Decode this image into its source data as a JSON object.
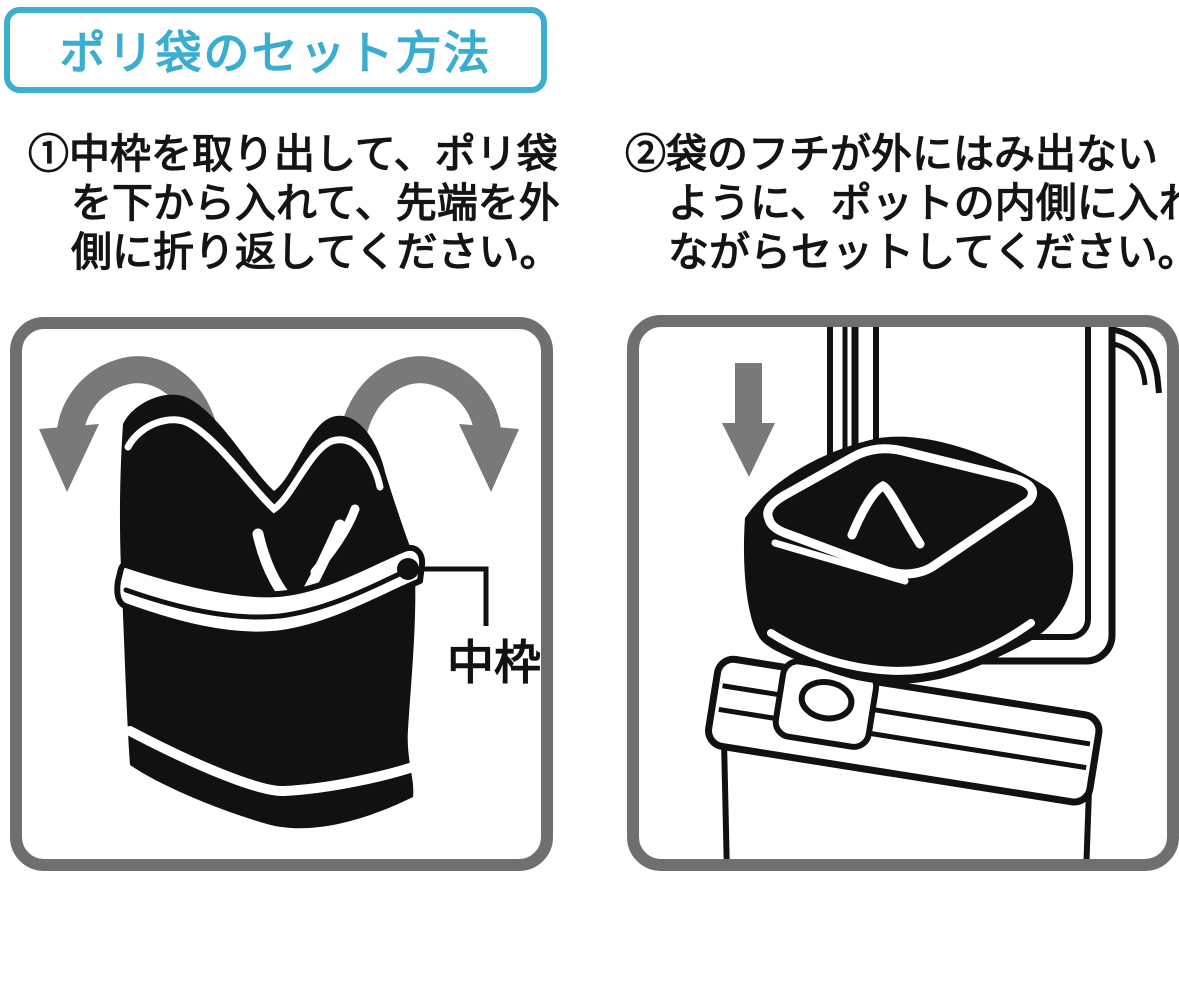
{
  "title": "ポリ袋のセット方法",
  "steps": [
    {
      "lines": [
        "①中枠を取り出して、ポリ袋",
        "を下から入れて、先端を外",
        "側に折り返してください。"
      ]
    },
    {
      "lines": [
        "②袋のフチが外にはみ出ない",
        "ように、ポットの内側に入れ",
        "ながらセットしてください。"
      ]
    }
  ],
  "panels": {
    "left": {
      "illustration": "polybag-folded-over-inner-frame",
      "frame_label": "中枠",
      "icons": [
        "fold-out-arrow-left-icon",
        "fold-out-arrow-right-icon"
      ]
    },
    "right": {
      "illustration": "frame-with-bag-set-into-pot",
      "icons": [
        "insert-down-arrow-icon"
      ]
    }
  },
  "colors": {
    "accent": "#3badce",
    "panel_border": "#6f6f72",
    "arrow_gray": "#79797c",
    "ink": "#111111"
  }
}
